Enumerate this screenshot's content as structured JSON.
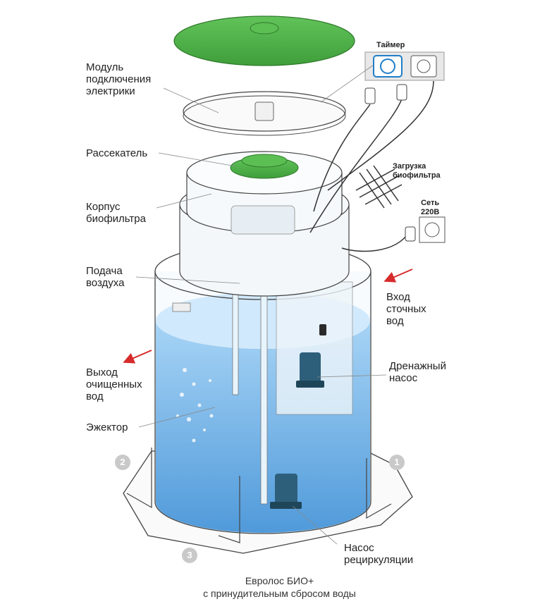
{
  "labels": {
    "module": "Модуль\nподключения\nэлектрики",
    "splitter": "Рассекатель",
    "body": "Корпус\nбиофильтра",
    "air": "Подача\nвоздуха",
    "outlet": "Выход\nочищенных\nвод",
    "ejector": "Эжектор",
    "timer": "Таймер",
    "biofilter_load": "Загрузка\nбиофильтра",
    "mains": "Сеть\n220В",
    "inlet": "Вход\nсточных\nвод",
    "drain_pump": "Дренажный\nнасос",
    "recirc_pump": "Насос\nрециркуляции"
  },
  "numbers": [
    "1",
    "2",
    "3"
  ],
  "caption": {
    "line1": "Евролос БИО+",
    "line2": "с принудительным сбросом воды"
  },
  "colors": {
    "lid": "#4db848",
    "water": "#5aa9e6",
    "pump": "#2e5f7a",
    "arrow": "#d62b2b",
    "badge": "#c9c9c9"
  }
}
